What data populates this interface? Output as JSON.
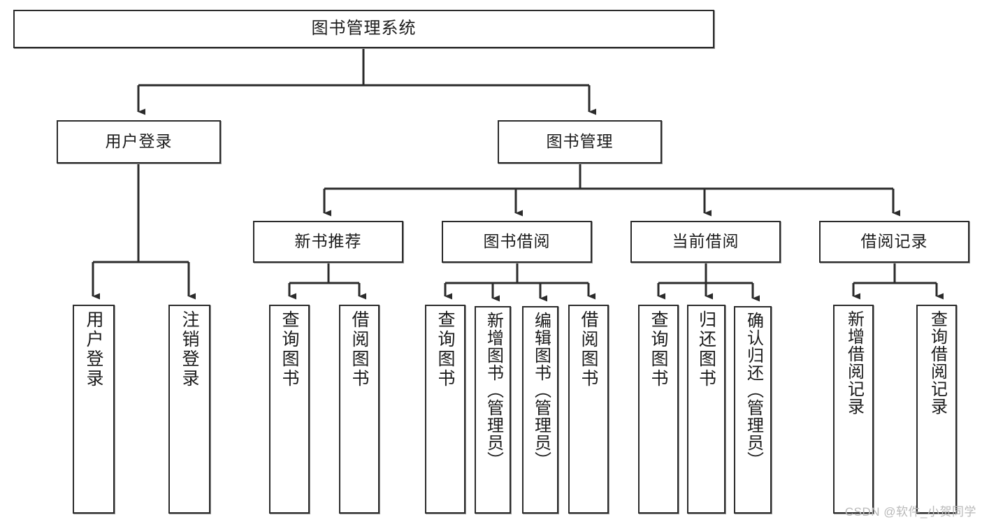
{
  "diagram": {
    "type": "tree",
    "title": "图书管理系统",
    "watermark": "CSDN @软件_小贺同学",
    "colors": {
      "box_border": "#2b2b2b",
      "box_fill": "#ffffff",
      "connector": "#2b2b2b",
      "text": "#1b1b1b",
      "watermark": "#b9b9b9",
      "background": "#ffffff"
    },
    "root": {
      "label": "图书管理系统"
    },
    "level2": [
      {
        "label": "用户登录"
      },
      {
        "label": "图书管理"
      }
    ],
    "level3": [
      {
        "label": "新书推荐"
      },
      {
        "label": "图书借阅"
      },
      {
        "label": "当前借阅"
      },
      {
        "label": "借阅记录"
      }
    ],
    "leaves": {
      "user_login": [
        {
          "label": "用户登录"
        },
        {
          "label": "注销登录"
        }
      ],
      "new_book": [
        {
          "label": "查询图书"
        },
        {
          "label": "借阅图书"
        }
      ],
      "book_borrow": [
        {
          "label": "查询图书"
        },
        {
          "label": "新增图书（管理员）"
        },
        {
          "label": "编辑图书（管理员）"
        },
        {
          "label": "借阅图书"
        }
      ],
      "current_borrow": [
        {
          "label": "查询图书"
        },
        {
          "label": "归还图书"
        },
        {
          "label": "确认归还（管理员）"
        }
      ],
      "borrow_record": [
        {
          "label": "新增借阅记录"
        },
        {
          "label": "查询借阅记录"
        }
      ]
    }
  }
}
